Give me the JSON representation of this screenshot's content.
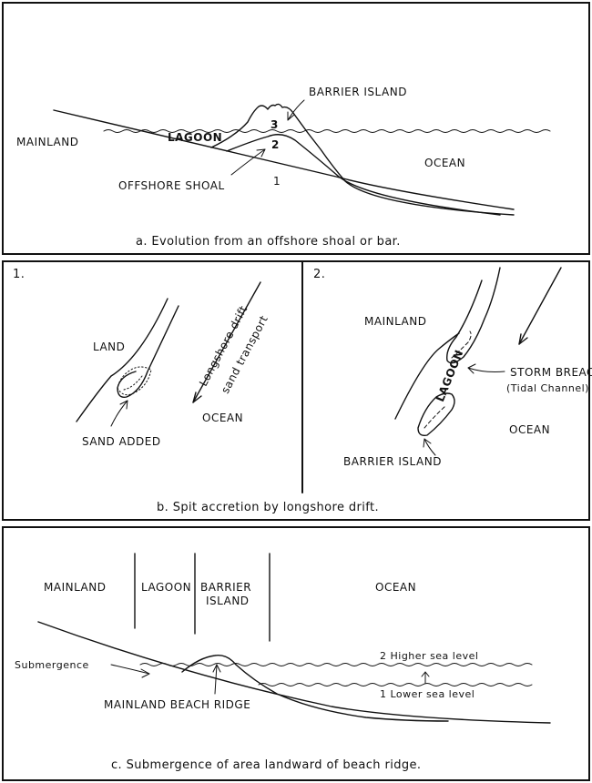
{
  "panel_a": {
    "mainland": "MAINLAND",
    "lagoon": "LAGOON",
    "barrier_island": "BARRIER ISLAND",
    "ocean": "OCEAN",
    "offshore_shoal": "OFFSHORE SHOAL",
    "stage_1": "1",
    "stage_2": "2",
    "stage_3": "3",
    "caption": "a. Evolution from an offshore shoal or bar."
  },
  "panel_b1": {
    "number": "1.",
    "land": "LAND",
    "ocean": "OCEAN",
    "sand_added": "SAND ADDED",
    "drift_line1": "Longshore drift",
    "drift_line2": "sand transport"
  },
  "panel_b2": {
    "number": "2.",
    "mainland": "MAINLAND",
    "lagoon": "LAGOON",
    "storm_breach": "STORM BREACH",
    "tidal_channel": "(Tidal Channel)",
    "ocean": "OCEAN",
    "barrier_island": "BARRIER ISLAND"
  },
  "panel_b_caption": "b. Spit accretion by longshore drift.",
  "panel_c": {
    "mainland": "MAINLAND",
    "lagoon": "LAGOON",
    "barrier_line1": "BARRIER",
    "barrier_line2": "ISLAND",
    "ocean": "OCEAN",
    "submergence": "Submergence",
    "higher_sea_level": "2  Higher sea level",
    "lower_sea_level": "1  Lower sea level",
    "mainland_beach_ridge": "MAINLAND BEACH RIDGE",
    "caption": "c. Submergence of area landward of beach ridge."
  }
}
